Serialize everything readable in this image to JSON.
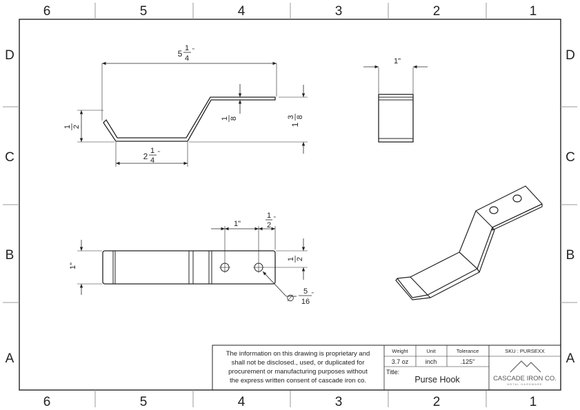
{
  "zones": {
    "columns": [
      "6",
      "5",
      "4",
      "3",
      "2",
      "1"
    ],
    "rows": [
      "D",
      "C",
      "B",
      "A"
    ]
  },
  "dimensions": {
    "length_whole": "5",
    "length_num": "1",
    "length_den": "4",
    "flange_width": "1\"",
    "lip_num": "1",
    "lip_den": "2",
    "thick_num": "1",
    "thick_den": "8",
    "height_whole": "1",
    "height_num": "3",
    "height_den": "8",
    "base_whole": "2",
    "base_num": "1",
    "base_den": "4",
    "hole_spacing": "1\"",
    "hole_offset_num": "1",
    "hole_offset_den": "2",
    "strip_width": "1\"",
    "hole_center_num": "1",
    "hole_center_den": "2",
    "hole_dia_symbol": "∅",
    "hole_dia_num": "5",
    "hole_dia_den": "16"
  },
  "title_block": {
    "notice_lines": [
      "The information on this drawing is proprietary and",
      "shall not be disclosed., used, or duplicated for",
      "procurement or manufacturing purposes without",
      "the express written consent of cascade iron co."
    ],
    "weight_label": "Weight",
    "weight_value": "3.7 oz",
    "unit_label": "Unit",
    "unit_value": "inch",
    "tolerance_label": "Tolerance",
    "tolerance_value": ".125\"",
    "sku": "SKU : PURSEXX",
    "title_label": "Title:",
    "title_value": "Purse Hook",
    "company_name": "CASCADE IRON CO.",
    "company_tagline": "METAL HARDWARE"
  }
}
